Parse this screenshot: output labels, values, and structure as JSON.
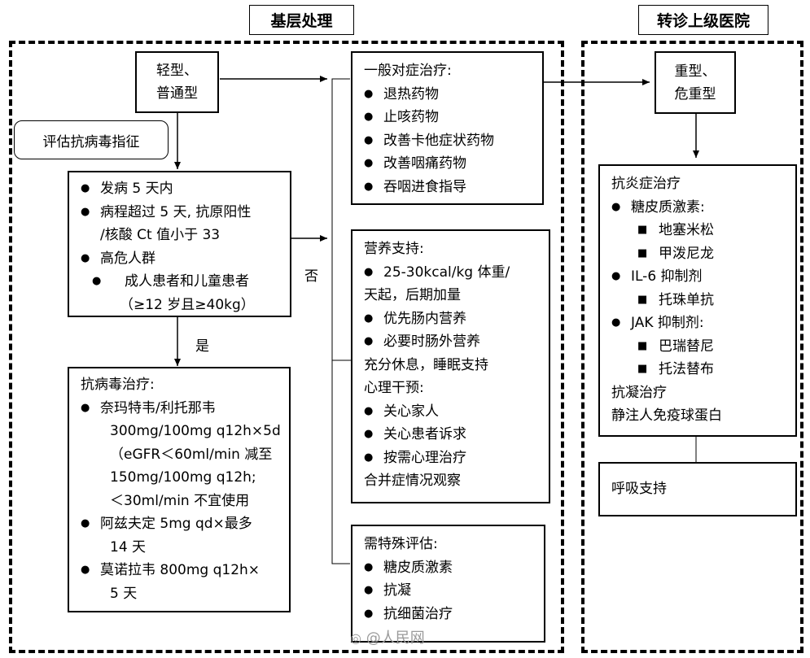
{
  "headers": {
    "primary": "基层处理",
    "referral": "转诊上级医院"
  },
  "mild": {
    "line1": "轻型、",
    "line2": "普通型"
  },
  "assess_label": "评估抗病毒指征",
  "criteria": {
    "item1": "发病 5 天内",
    "item2_line1": "病程超过 5 天, 抗原阳性",
    "item2_line2": "/核酸 Ct 值小于 33",
    "item3": "高危人群",
    "item3_sub1": "成人患者和儿童患者",
    "item3_sub2": "（≥12 岁且≥40kg）"
  },
  "edge_labels": {
    "yes": "是",
    "no": "否"
  },
  "antiviral": {
    "title": "抗病毒治疗:",
    "d1_line1": "奈玛特韦/利托那韦",
    "d1_line2": "300mg/100mg q12h×5d",
    "d1_line3": "（eGFR＜60ml/min 减至",
    "d1_line4": "150mg/100mg q12h;",
    "d1_line5": "＜30ml/min 不宜使用",
    "d2_line1": "阿兹夫定  5mg qd×最多",
    "d2_line2": "14 天",
    "d3_line1": "莫诺拉韦  800mg q12h×",
    "d3_line2": "5 天"
  },
  "symptomatic": {
    "title": "一般对症治疗:",
    "items": [
      "退热药物",
      "止咳药物",
      "改善卡他症状药物",
      "改善咽痛药物",
      "吞咽进食指导"
    ]
  },
  "nutrition": {
    "title": "营养支持:",
    "item1_line1": "25-30kcal/kg 体重/",
    "item1_line2": "天起，后期加量",
    "item2": "优先肠内营养",
    "item3": "必要时肠外营养",
    "rest": "充分休息，睡眠支持",
    "psych_title": "心理干预:",
    "psych_items": [
      "关心家人",
      "关心患者诉求",
      "按需心理治疗"
    ],
    "complication": "合并症情况观察"
  },
  "special": {
    "title": "需特殊评估:",
    "items": [
      "糖皮质激素",
      "抗凝",
      "抗细菌治疗"
    ]
  },
  "severe": {
    "line1": "重型、",
    "line2": "危重型"
  },
  "antiinflam": {
    "title": "抗炎症治疗",
    "gc": "糖皮质激素:",
    "gc_items": [
      "地塞米松",
      "甲泼尼龙"
    ],
    "il6": "IL-6 抑制剂",
    "il6_items": [
      "托珠单抗"
    ],
    "jak": "JAK 抑制剂:",
    "jak_items": [
      "巴瑞替尼",
      "托法替布"
    ],
    "anticoag": "抗凝治疗",
    "ivig": "静注人免疫球蛋白"
  },
  "resp": "呼吸支持",
  "watermark": "@人民网",
  "icons": {
    "bullet": "filled-circle",
    "sub_bullet": "filled-square"
  }
}
